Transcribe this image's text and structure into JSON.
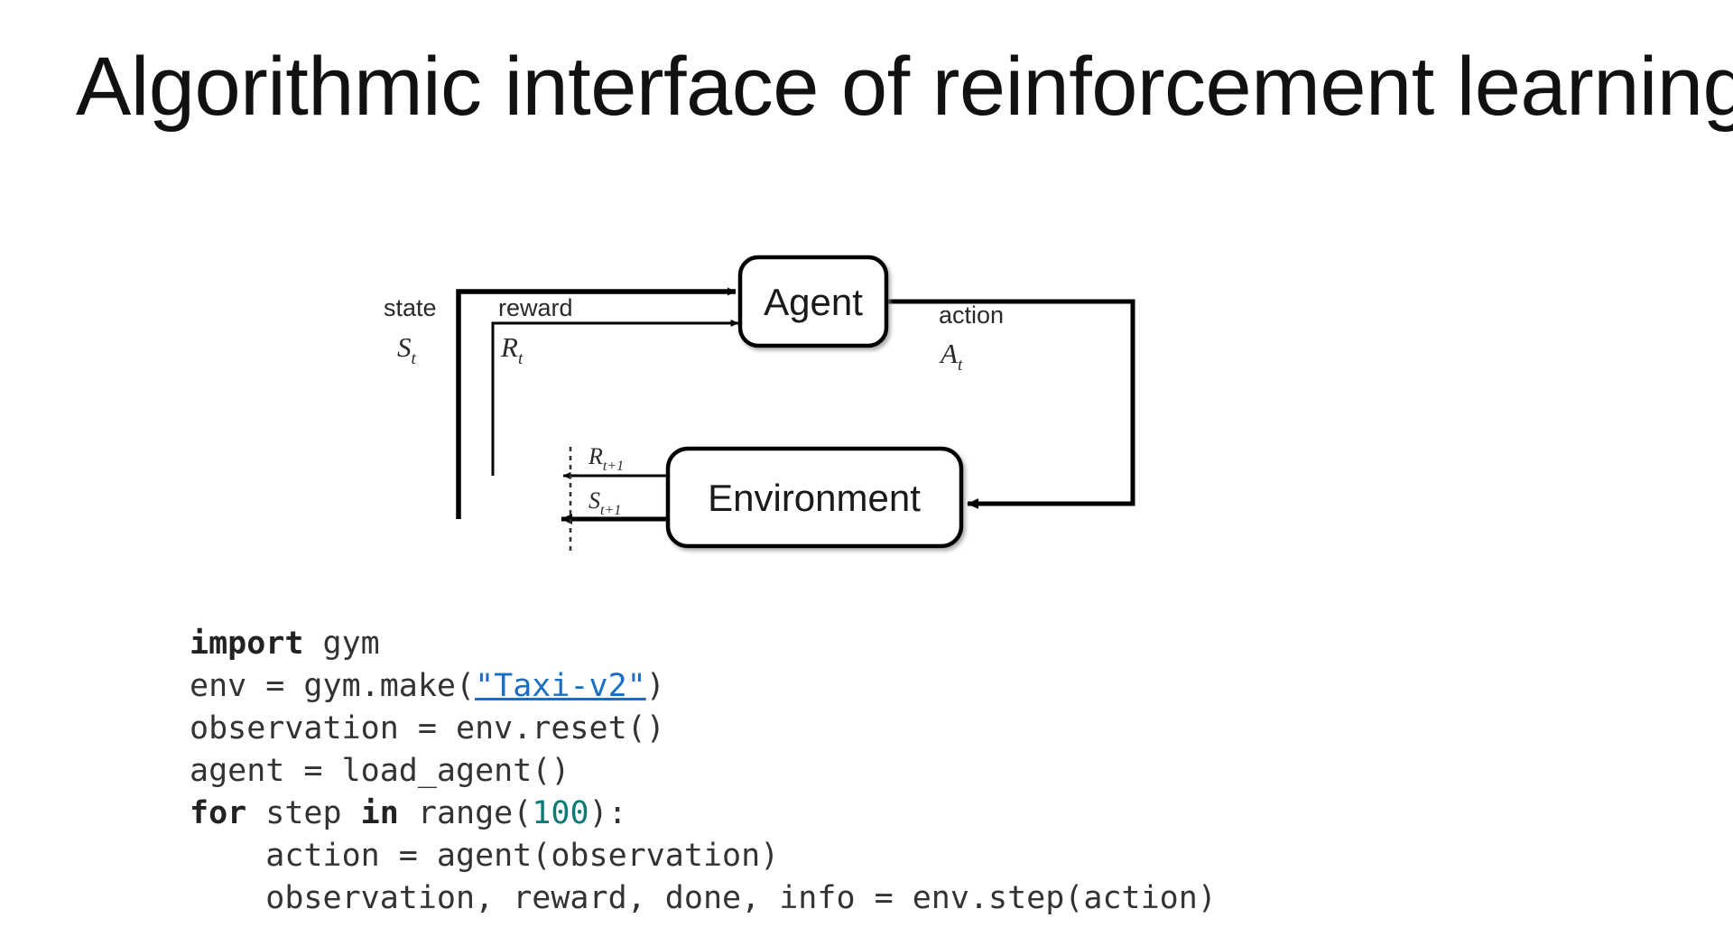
{
  "slide": {
    "title": "Algorithmic interface of reinforcement learning",
    "background_color": "#ffffff",
    "text_color": "#111111"
  },
  "diagram": {
    "type": "agent-environment-loop",
    "nodes": [
      {
        "id": "agent",
        "label": "Agent"
      },
      {
        "id": "environment",
        "label": "Environment"
      }
    ],
    "edges": [
      {
        "id": "state",
        "label": "state",
        "symbol": "S",
        "subscript": "t",
        "from": "environment",
        "to": "agent"
      },
      {
        "id": "reward",
        "label": "reward",
        "symbol": "R",
        "subscript": "t",
        "from": "environment",
        "to": "agent"
      },
      {
        "id": "action",
        "label": "action",
        "symbol": "A",
        "subscript": "t",
        "from": "agent",
        "to": "environment"
      },
      {
        "id": "next-reward",
        "label": "",
        "symbol": "R",
        "subscript": "t+1",
        "from": "environment",
        "to": "agent"
      },
      {
        "id": "next-state",
        "label": "",
        "symbol": "S",
        "subscript": "t+1",
        "from": "environment",
        "to": "agent"
      }
    ],
    "labels": {
      "state": "state",
      "reward": "reward",
      "action": "action",
      "state_symbol": "S",
      "state_sub": "t",
      "reward_symbol": "R",
      "reward_sub": "t",
      "action_symbol": "A",
      "action_sub": "t",
      "next_reward_symbol": "R",
      "next_reward_sub": "t+1",
      "next_state_symbol": "S",
      "next_state_sub": "t+1"
    },
    "stroke_color": "#000000"
  },
  "code": {
    "language": "python",
    "link_color": "#1a6fc4",
    "number_color": "#0c7b75",
    "text_color": "#333333",
    "lines": [
      {
        "segments": [
          {
            "t": "import",
            "s": "kw"
          },
          {
            "t": " gym",
            "s": ""
          }
        ]
      },
      {
        "segments": [
          {
            "t": "env = gym.make(",
            "s": ""
          },
          {
            "t": "\"Taxi-v2\"",
            "s": "lnk"
          },
          {
            "t": ")",
            "s": ""
          }
        ]
      },
      {
        "segments": [
          {
            "t": "observation = env.reset()",
            "s": ""
          }
        ]
      },
      {
        "segments": [
          {
            "t": "agent = load_agent()",
            "s": ""
          }
        ]
      },
      {
        "segments": [
          {
            "t": "for",
            "s": "kw"
          },
          {
            "t": " step ",
            "s": ""
          },
          {
            "t": "in",
            "s": "kw"
          },
          {
            "t": " range(",
            "s": ""
          },
          {
            "t": "100",
            "s": "num"
          },
          {
            "t": "):",
            "s": ""
          }
        ]
      },
      {
        "segments": [
          {
            "t": "    action = agent(observation)",
            "s": ""
          }
        ]
      },
      {
        "segments": [
          {
            "t": "    observation, reward, done, info = env.step(action)",
            "s": ""
          }
        ]
      }
    ]
  }
}
